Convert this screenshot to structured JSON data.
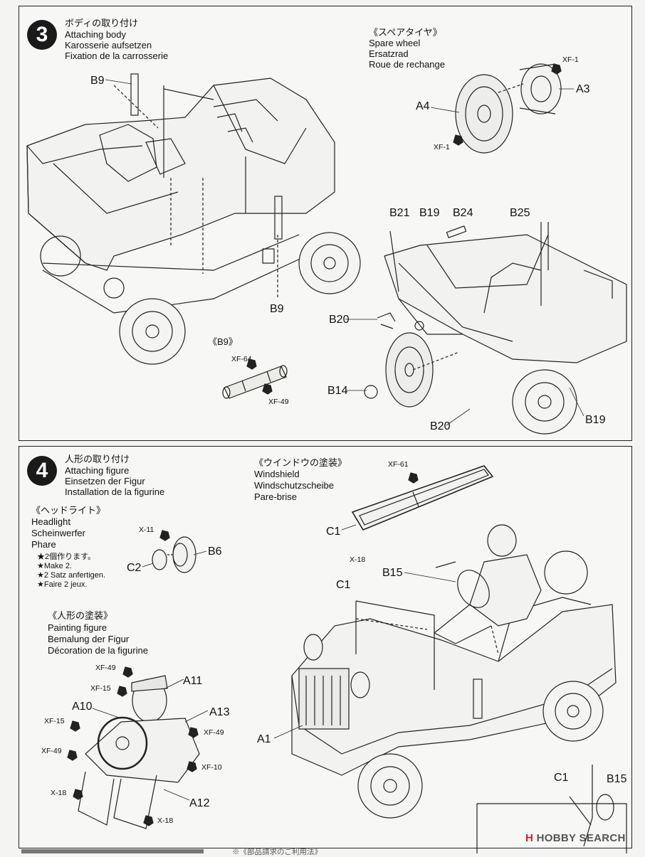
{
  "step3": {
    "number": "3",
    "title_jp": "ボディの取り付け",
    "title_en": "Attaching body",
    "title_de": "Karosserie aufsetzen",
    "title_fr": "Fixation de la carrosserie",
    "spare": {
      "jp": "《スペアタイヤ》",
      "en": "Spare wheel",
      "de": "Ersatzrad",
      "fr": "Roue de rechange"
    },
    "b9_inset_title": "《B9》",
    "labels": {
      "b9_top": "B9",
      "b9_bottom": "B9",
      "a4": "A4",
      "a3": "A3",
      "b21": "B21",
      "b19_top": "B19",
      "b24": "B24",
      "b25": "B25",
      "b20_left": "B20",
      "b14": "B14",
      "b20_bottom": "B20",
      "b19_bottom": "B19"
    },
    "paints": {
      "xf1_top": "XF-1",
      "xf1_bottom": "XF-1",
      "xf64": "XF-64",
      "xf49": "XF-49"
    }
  },
  "step4": {
    "number": "4",
    "title_jp": "人形の取り付け",
    "title_en": "Attaching figure",
    "title_de": "Einsetzen der Figur",
    "title_fr": "Installation de la figurine",
    "headlight": {
      "jp": "《ヘッドライト》",
      "en": "Headlight",
      "de": "Scheinwerfer",
      "fr": "Phare"
    },
    "make_notes": [
      "★2個作ります。",
      "★Make 2.",
      "★2 Satz anfertigen.",
      "★Faire 2 jeux."
    ],
    "window": {
      "jp": "《ウインドウの塗装》",
      "en": "Windshield",
      "de": "Windschutzscheibe",
      "fr": "Pare-brise"
    },
    "painting": {
      "jp": "《人形の塗装》",
      "en": "Painting figure",
      "de": "Bemalung der Figur",
      "fr": "Décoration de la figurine"
    },
    "labels": {
      "b6": "B6",
      "c2": "C2",
      "c1_top": "C1",
      "b15_mid": "B15",
      "c1_mid": "C1",
      "a1": "A1",
      "a11": "A11",
      "a10": "A10",
      "a13": "A13",
      "a12": "A12",
      "c1_bottom": "C1",
      "b15_bottom": "B15"
    },
    "paints": {
      "x11": "X-11",
      "xf61": "XF-61",
      "x18_top": "X-18",
      "xf49_a": "XF-49",
      "xf15_a": "XF-15",
      "xf15_b": "XF-15",
      "xf49_b": "XF-49",
      "xf49_c": "XF-49",
      "xf10": "XF-10",
      "x18_a": "X-18",
      "x18_b": "X-18"
    }
  },
  "footer": {
    "left_text": "※《部品請求のご利用法》"
  },
  "watermark": {
    "mark": "H",
    "brand": "HOBBY SEARCH"
  }
}
